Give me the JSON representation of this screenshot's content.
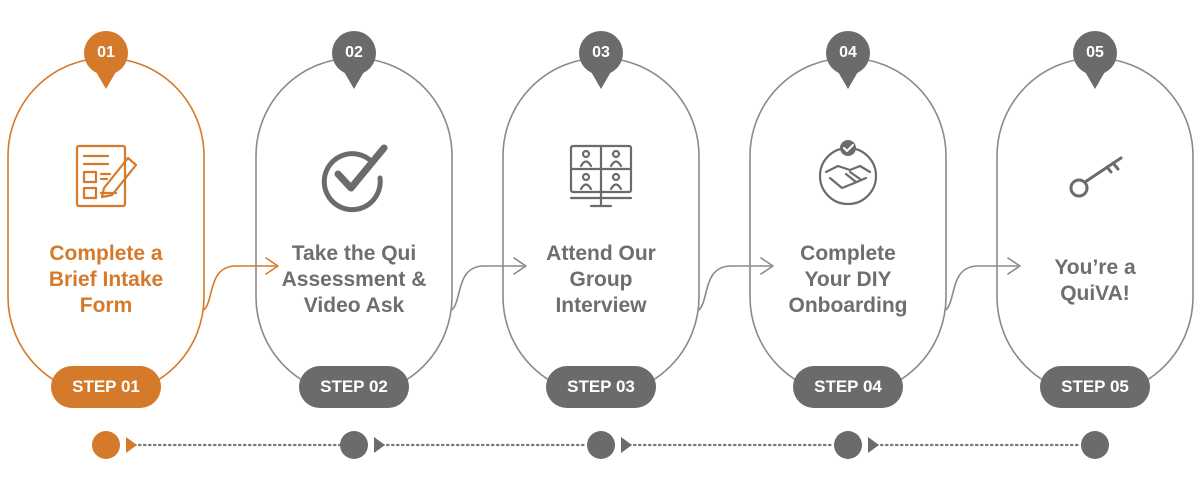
{
  "colors": {
    "accent": "#d5792a",
    "inactive": "#6b6b6b",
    "outline": "#8a8a8a",
    "text": "#6e6e6e"
  },
  "steps": [
    {
      "number": "01",
      "title_lines": [
        "Complete a",
        "Brief Intake",
        "Form"
      ],
      "label": "STEP 01",
      "icon": "intake-form-icon",
      "active": true
    },
    {
      "number": "02",
      "title_lines": [
        "Take the Qui",
        "Assessment &",
        "Video Ask"
      ],
      "label": "STEP 02",
      "icon": "checkmark-circle-icon",
      "active": false
    },
    {
      "number": "03",
      "title_lines": [
        "Attend Our",
        "Group",
        "Interview"
      ],
      "label": "STEP 03",
      "icon": "video-conference-icon",
      "active": false
    },
    {
      "number": "04",
      "title_lines": [
        "Complete",
        "Your DIY",
        "Onboarding"
      ],
      "label": "STEP 04",
      "icon": "handshake-icon",
      "active": false
    },
    {
      "number": "05",
      "title_lines": [
        "You’re a",
        "QuiVA!"
      ],
      "label": "STEP 05",
      "icon": "key-icon",
      "active": false
    }
  ]
}
